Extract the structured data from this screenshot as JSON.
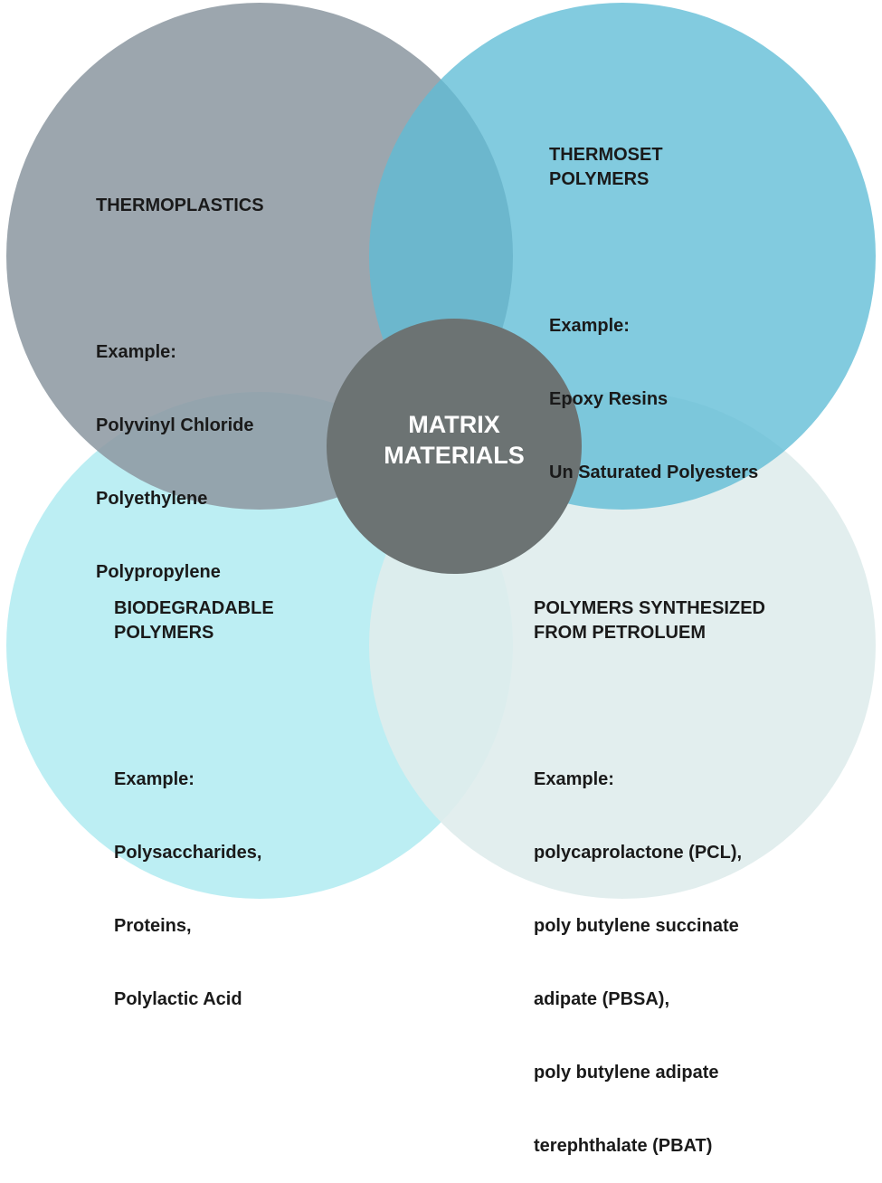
{
  "center": {
    "line1": "MATRIX",
    "line2": "MATERIALS"
  },
  "quadrants": [
    {
      "title": "THERMOPLASTICS",
      "example_label": "Example:",
      "examples": [
        "Polyvinyl Chloride",
        "Polyethylene",
        "Polypropylene"
      ],
      "color": "#8e9aa3"
    },
    {
      "title": "THERMOSET\nPOLYMERS",
      "example_label": "Example:",
      "examples": [
        "Epoxy Resins",
        "Un Saturated Polyesters"
      ],
      "color": "#6cc3dc"
    },
    {
      "title": "BIODEGRADABLE\nPOLYMERS",
      "example_label": "Example:",
      "examples": [
        "Polysaccharides,",
        "Proteins,",
        "Polylactic Acid"
      ],
      "color": "#b5ecf2"
    },
    {
      "title": "POLYMERS SYNTHESIZED\nFROM PETROLUEM",
      "example_label": "Example:",
      "examples": [
        "polycaprolactone (PCL),",
        "poly butylene succinate",
        "adipate (PBSA),",
        "poly butylene adipate",
        "terephthalate (PBAT)"
      ],
      "color": "#dfecec"
    }
  ],
  "center_color": "#6c7373"
}
